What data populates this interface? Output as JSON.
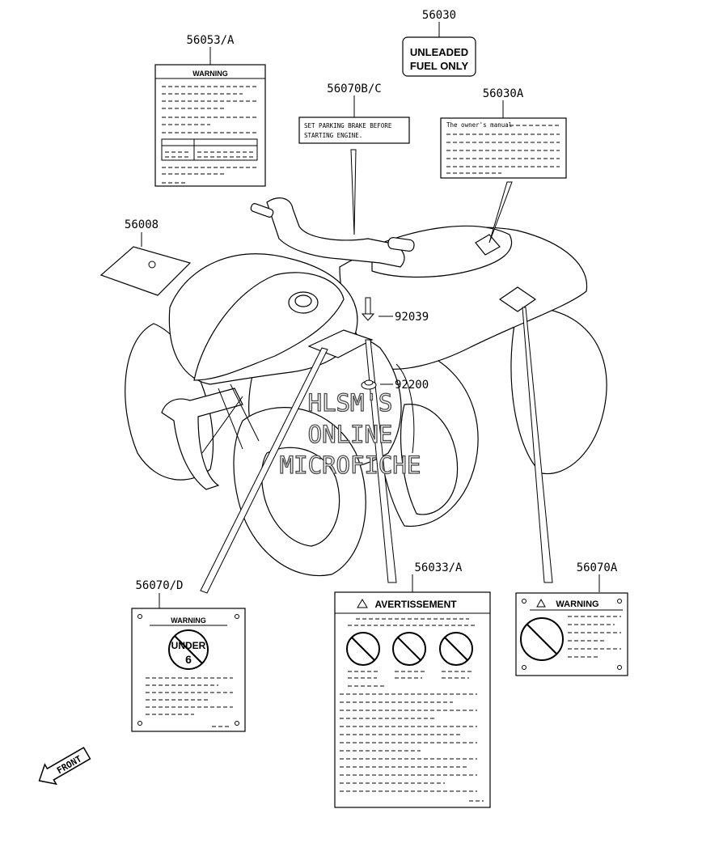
{
  "parts": {
    "p56030": "56030",
    "p56053": "56053/A",
    "p56070bc": "56070B/C",
    "p56030a": "56030A",
    "p56008": "56008",
    "p92039": "92039",
    "p92200": "92200",
    "p56070d": "56070/D",
    "p56033": "56033/A",
    "p56070a": "56070A"
  },
  "decals": {
    "fuel_line1": "UNLEADED",
    "fuel_line2": "FUEL ONLY",
    "brake_line1": "SET PARKING BRAKE BEFORE",
    "brake_line2": "STARTING ENGINE.",
    "manual_text": "The owner's manual",
    "warning": "WARNING",
    "avertissement": "AVERTISSEMENT",
    "under": "UNDER",
    "under_num": "6"
  },
  "watermark": {
    "line1": "HLSM'S",
    "line2": "ONLINE",
    "line3": "MICROFICHE"
  },
  "front_label": "FRONT"
}
